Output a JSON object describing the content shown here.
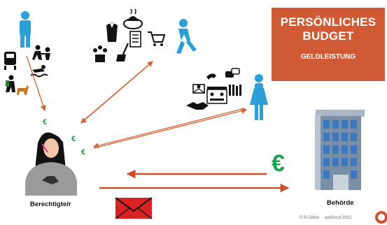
{
  "title": {
    "main": "PERSÖNLICHES BUDGET",
    "sub": "GELDLEISTUNG"
  },
  "labels": {
    "beneficiary": "Berechtigte/r",
    "authority": "Behörde"
  },
  "currency_symbol": "€",
  "credit": {
    "author": "© R.Götze",
    "source": "autScout 2021"
  },
  "colors": {
    "accent": "#cf5a33",
    "arrow": "#d4673c",
    "euro": "#1aa34a",
    "person_blue": "#2a9fd8",
    "envelope": "#d92222",
    "building": "#7a8ea6"
  },
  "icons": [
    "person-icon",
    "train-icon",
    "dancing-couple-icon",
    "swimmer-icon",
    "hiker-with-dog-icon",
    "suit-icon",
    "food-plate-icon",
    "list-icon",
    "shopping-cart-icon",
    "flowerpot-icon",
    "broom-icon",
    "walking-person-icon",
    "phone-icon",
    "chat-icon",
    "envelope-icon",
    "books-icon",
    "meeting-icon",
    "handshake-icon",
    "female-person-icon",
    "building-icon",
    "logo-icon"
  ]
}
